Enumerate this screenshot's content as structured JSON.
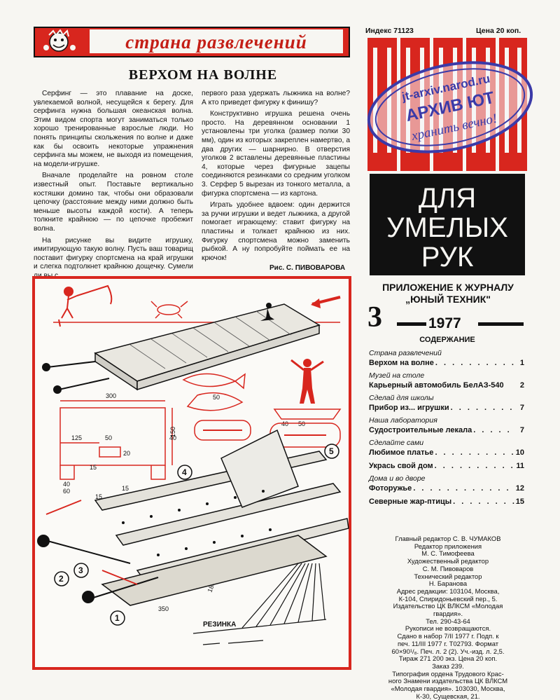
{
  "header": {
    "section_banner": "страна развлечений",
    "article_title": "ВЕРХОМ НА ВОЛНЕ"
  },
  "article": {
    "col1": [
      "Серфинг — это плавание на доске, увлекаемой волной, несущейся к берегу. Для серфинга нужна большая океанская волна. Этим видом спорта могут заниматься только хорошо тренированные взрослые люди. Но понять принципы скольжения по волне и даже как бы освоить некоторые упражнения серфинга мы можем, не выходя из помещения, на модели-игрушке.",
      "Вначале проделайте на ровном столе известный опыт. Поставьте вертикально костяшки домино так, чтобы они образовали цепочку (расстояние между ними должно быть меньше высоты каждой кости). А теперь толкните крайнюю — по цепочке пробежит волна.",
      "На рисунке вы видите игрушку, имитирующую такую волну. Пусть ваш товарищ поставит фигурку спортсмена на край игрушки и слегка подтолкнет крайнюю дощечку. Сумели ли вы с"
    ],
    "col2": [
      "первого раза удержать лыжника на волне? А кто приведет фигурку к финишу?",
      "Конструктивно игрушка решена очень просто. На деревянном основании 1 установлены три уголка (размер полки 30 мм), один из которых закреплен намертво, а два других — шарнирно. В отверстия уголков 2 вставлены деревянные пластины 4, которые через фигурные зацепы соединяются резинками со средним уголком 3. Серфер 5 вырезан из тонкого металла, а фигурка спортсмена — из картона.",
      "Играть удобнее вдвоем: один держится за ручки игрушки и ведет лыжника, а другой помогает играющему: ставит фигурку на пластины и толкает крайнюю из них. Фигурку спортсмена можно заменить рыбкой. А ну попробуйте поймать ее на крючок!"
    ],
    "credit": "Рис. С. ПИВОВАРОВА"
  },
  "masthead": {
    "index": "Индекс 71123",
    "price": "Цена 20 коп.",
    "stamp_line1": "jt-arxiv.narod.ru",
    "stamp_line2": "АРХИВ ЮТ",
    "stamp_line3": "хранить вечно!",
    "title_lines": [
      "ДЛЯ",
      "УМЕЛЫХ",
      "РУК"
    ],
    "supplement_line1": "ПРИЛОЖЕНИЕ К ЖУРНАЛУ",
    "supplement_line2": "„ЮНЫЙ ТЕХНИК\"",
    "issue_number": "3",
    "year": "1977"
  },
  "toc": {
    "heading": "СОДЕРЖАНИЕ",
    "sections": [
      {
        "section": "Страна развлечений",
        "items": [
          {
            "title": "Верхом на волне",
            "page": "1"
          }
        ]
      },
      {
        "section": "Музей на столе",
        "items": [
          {
            "title": "Карьерный автомобиль БелАЗ-540",
            "page": "2"
          }
        ]
      },
      {
        "section": "Сделай для школы",
        "items": [
          {
            "title": "Прибор из... игрушки",
            "page": "7"
          }
        ]
      },
      {
        "section": "Наша лаборатория",
        "items": [
          {
            "title": "Судостроительные лекала",
            "page": "7"
          }
        ]
      },
      {
        "section": "Сделайте сами",
        "items": [
          {
            "title": "Любимое платье",
            "page": "10"
          },
          {
            "title": "Укрась свой дом",
            "page": "11"
          }
        ]
      },
      {
        "section": "Дома и во дворе",
        "items": [
          {
            "title": "Фоторужье",
            "page": "12"
          },
          {
            "title": "Северные жар-птицы",
            "page": "15"
          }
        ]
      }
    ]
  },
  "credits": [
    "Главный редактор С. В. ЧУМАКОВ",
    "Редактор приложения",
    "М. С. Тимофеева",
    "Художественный редактор",
    "С. М. Пивоваров",
    "Технический редактор",
    "Н. Баранова",
    "Адрес редакции: 103104, Москва,",
    "К-104, Спиридоньевский пер., 5.",
    "Издательство ЦК ВЛКСМ «Молодая",
    "гвардия».",
    "Тел. 290-43-64",
    "Рукописи не возвращаются.",
    "Сдано в набор 7/II 1977 г. Подп. к",
    "печ. 11/III 1977 г. Т02793. Формат",
    "60×90¹/₈. Печ. л. 2 (2). Уч.-изд. л. 2,5.",
    "Тираж 271 200 экз. Цена 20 коп.",
    "Заказ 239.",
    "Типография ордена Трудового Крас-",
    "ного Знамени издательства ЦК ВЛКСМ",
    "«Молодая гвардия». 103030, Москва,",
    "К-30, Сущевская, 21."
  ],
  "figure": {
    "dims": [
      "300",
      "150",
      "125",
      "50",
      "20",
      "15",
      "40",
      "60",
      "40",
      "50",
      "15",
      "15",
      "350",
      "350",
      "1800",
      "40",
      "50"
    ],
    "callouts": [
      "1",
      "2",
      "3",
      "4",
      "5"
    ],
    "rubber_label": "РЕЗИНКА"
  },
  "colors": {
    "red": "#d8261e",
    "black": "#111111",
    "paper": "#f7f6f2",
    "stamp": "#3b3aa8"
  }
}
